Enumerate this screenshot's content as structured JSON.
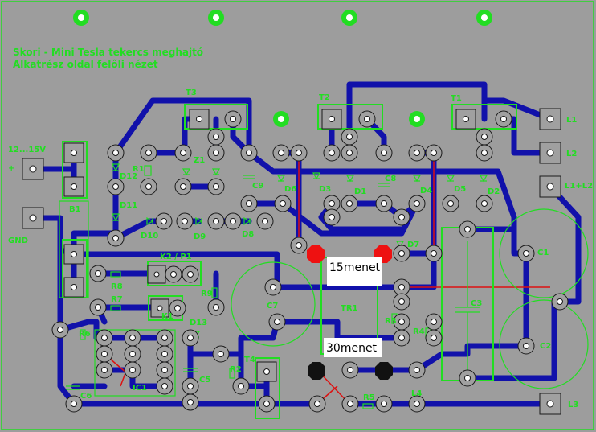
{
  "header": {
    "title_line1": "Skori - Mini Tesla tekercs meghajtó",
    "title_line2": "Alkatrész oldal felőli nézet"
  },
  "colors": {
    "board": "#9d9d9d",
    "track": "#1111aa",
    "silkscreen": "#22dd22",
    "pad_fill": "#a0a0a0",
    "marker": "#dd1111",
    "label_box": "#ffffff"
  },
  "connectors": {
    "power_in": "12...15V",
    "plus": "+",
    "gnd": "GND",
    "l1": "L1",
    "l2": "L2",
    "l1l2": "L1+L2",
    "l3": "L3"
  },
  "transformer": {
    "label": "TR1",
    "primary": "15menet",
    "secondary": "30menet"
  },
  "components": {
    "t1": "T1",
    "t2": "T2",
    "t3": "T3",
    "t4": "T4",
    "b1": "B1",
    "c1": "C1",
    "c2": "C2",
    "c3": "C3",
    "c5": "C5",
    "c6": "C6",
    "c7": "C7",
    "c8": "C8",
    "c9": "C9",
    "d1": "D1",
    "d2": "D2",
    "d3": "D3",
    "d4": "D4",
    "d5": "D5",
    "d6": "D6",
    "d7": "D7",
    "d8": "D8",
    "d9": "D9",
    "d10": "D10",
    "d11": "D11",
    "d12": "D12",
    "d13": "D13",
    "r1": "R1",
    "r2": "R2",
    "r3": "R3",
    "r4": "R4",
    "r5": "R5",
    "r6": "R6",
    "r7": "R7",
    "r8": "R8",
    "r9": "R9",
    "z1": "Z1",
    "k2p1": "K2 / P1",
    "k1": "K1",
    "ic1": "IC1",
    "l4": "L4"
  }
}
